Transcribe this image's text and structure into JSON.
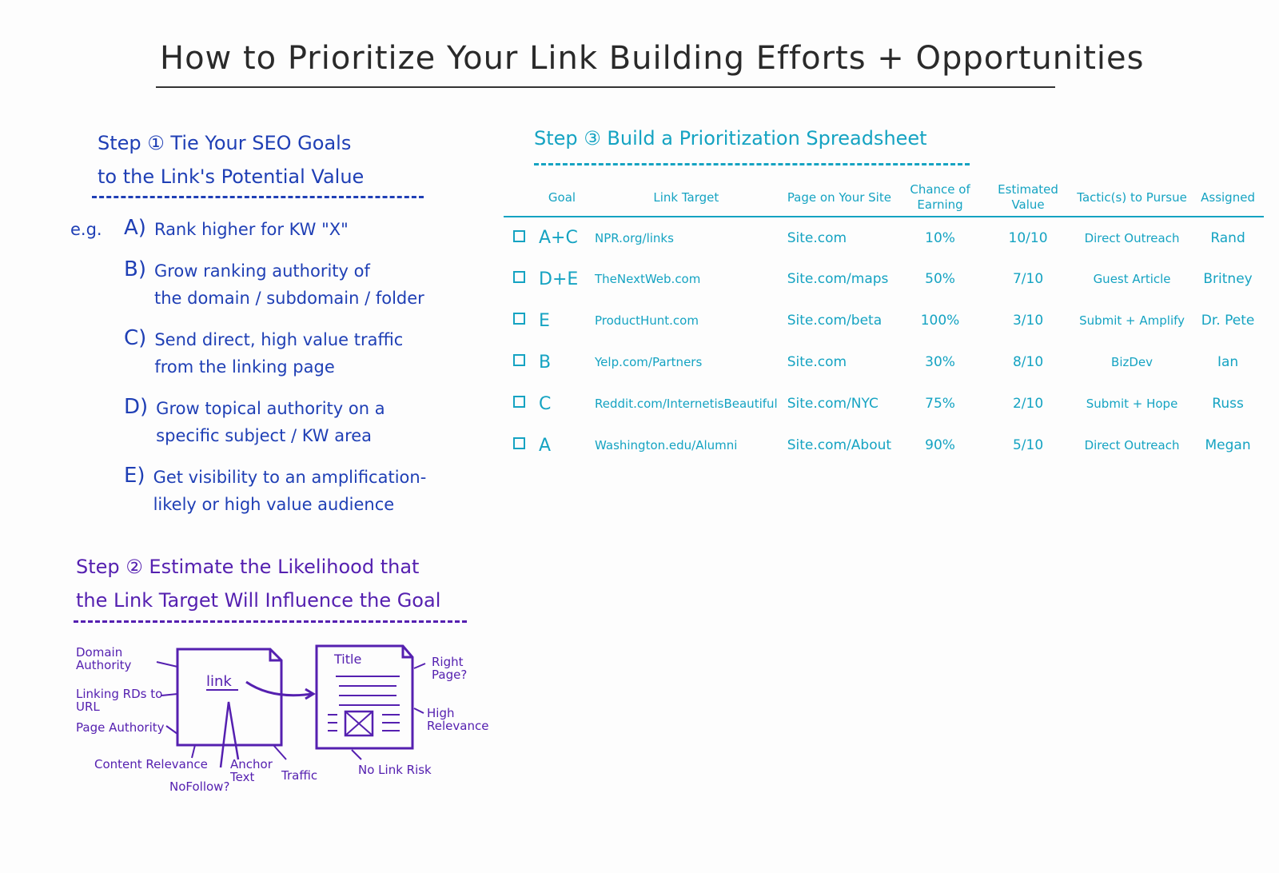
{
  "title": "How to Prioritize Your Link Building Efforts + Opportunities",
  "colors": {
    "step1": "#1f3fb5",
    "step2": "#5520b0",
    "step3": "#15a3c2",
    "title": "#2a2a2a"
  },
  "step1": {
    "heading_line1": "Step ① Tie Your SEO Goals",
    "heading_line2": "to the Link's Potential Value",
    "eg": "e.g.",
    "goals": [
      {
        "letter": "A)",
        "line1": "Rank higher for KW \"X\"",
        "line2": ""
      },
      {
        "letter": "B)",
        "line1": "Grow ranking authority of",
        "line2": "the domain / subdomain / folder"
      },
      {
        "letter": "C)",
        "line1": "Send direct, high value traffic",
        "line2": "from the linking page"
      },
      {
        "letter": "D)",
        "line1": "Grow topical authority on a",
        "line2": "specific subject / KW area"
      },
      {
        "letter": "E)",
        "line1": "Get visibility to an amplification-",
        "line2": "likely or high value audience"
      }
    ]
  },
  "step2": {
    "heading_line1": "Step ② Estimate the Likelihood that",
    "heading_line2": "the Link Target Will Influence the Goal",
    "diagram": {
      "link_text": "link",
      "page_title": "Title",
      "labels": {
        "domain_authority": "Domain Authority",
        "linking_rds": "Linking RDs to URL",
        "page_authority": "Page Authority",
        "content_relevance": "Content Relevance",
        "nofollow": "NoFollow?",
        "anchor_text": "Anchor Text",
        "traffic": "Traffic",
        "right_page": "Right Page?",
        "high_relevance": "High Relevance",
        "no_link_risk": "No Link Risk"
      }
    }
  },
  "step3": {
    "heading": "Step ③ Build a Prioritization Spreadsheet",
    "columns": [
      "Goal",
      "Link Target",
      "Page on Your Site",
      "Chance of Earning",
      "Estimated Value",
      "Tactic(s) to Pursue",
      "Assigned"
    ],
    "rows": [
      {
        "goal": "A+C",
        "target": "NPR.org/links",
        "page": "Site.com",
        "chance": "10%",
        "value": "10/10",
        "tactic": "Direct Outreach",
        "assigned": "Rand"
      },
      {
        "goal": "D+E",
        "target": "TheNextWeb.com",
        "page": "Site.com/maps",
        "chance": "50%",
        "value": "7/10",
        "tactic": "Guest Article",
        "assigned": "Britney"
      },
      {
        "goal": "E",
        "target": "ProductHunt.com",
        "page": "Site.com/beta",
        "chance": "100%",
        "value": "3/10",
        "tactic": "Submit + Amplify",
        "assigned": "Dr. Pete"
      },
      {
        "goal": "B",
        "target": "Yelp.com/Partners",
        "page": "Site.com",
        "chance": "30%",
        "value": "8/10",
        "tactic": "BizDev",
        "assigned": "Ian"
      },
      {
        "goal": "C",
        "target": "Reddit.com/InternetisBeautiful",
        "page": "Site.com/NYC",
        "chance": "75%",
        "value": "2/10",
        "tactic": "Submit + Hope",
        "assigned": "Russ"
      },
      {
        "goal": "A",
        "target": "Washington.edu/Alumni",
        "page": "Site.com/About",
        "chance": "90%",
        "value": "5/10",
        "tactic": "Direct Outreach",
        "assigned": "Megan"
      }
    ]
  }
}
